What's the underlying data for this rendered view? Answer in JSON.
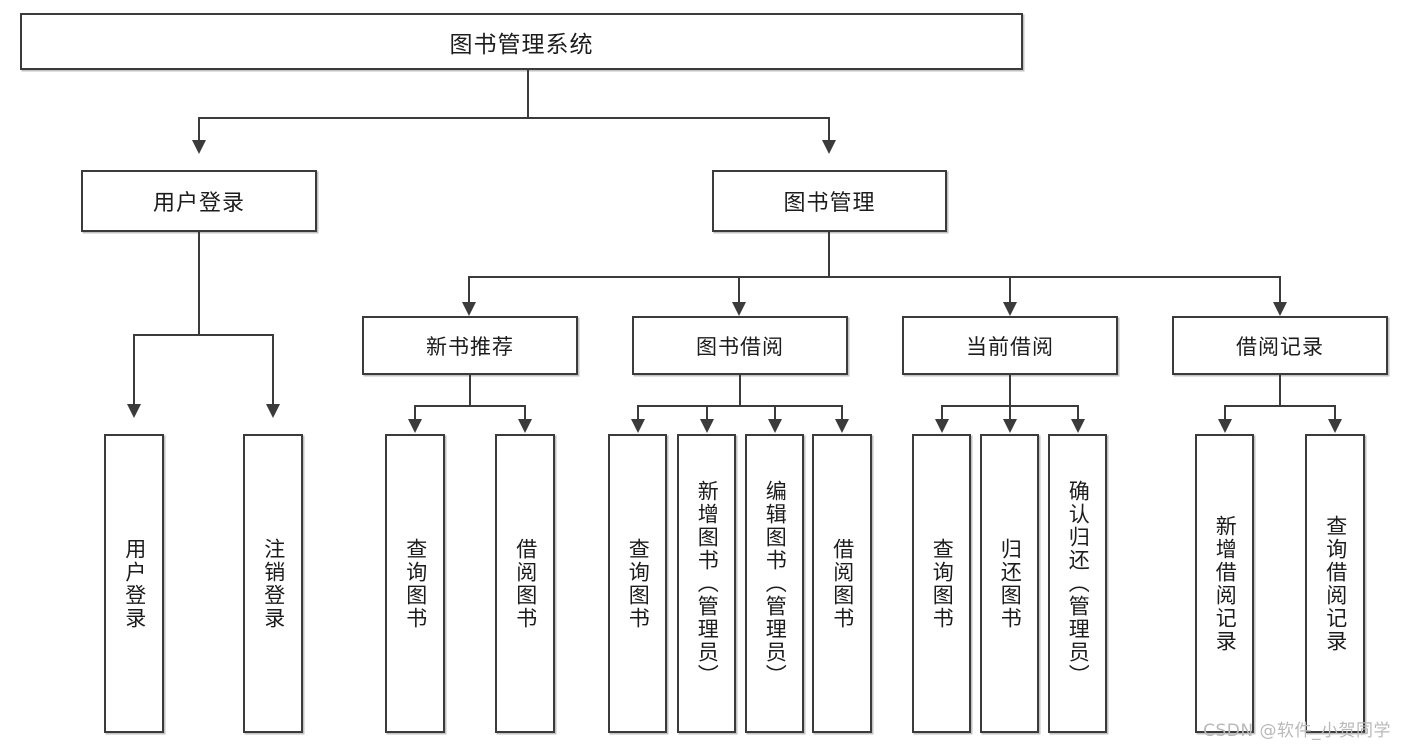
{
  "diagram": {
    "type": "tree",
    "title": "图书管理系统",
    "root": {
      "label": "图书管理系统"
    },
    "level2": [
      {
        "label": "用户登录"
      },
      {
        "label": "图书管理"
      }
    ],
    "level3": [
      {
        "label": "新书推荐"
      },
      {
        "label": "图书借阅"
      },
      {
        "label": "当前借阅"
      },
      {
        "label": "借阅记录"
      }
    ],
    "leaves": {
      "user_login": [
        {
          "label": "用户登录"
        },
        {
          "label": "注销登录"
        }
      ],
      "new_book_recommend": [
        {
          "label": "查询图书"
        },
        {
          "label": "借阅图书"
        }
      ],
      "book_borrow": [
        {
          "label": "查询图书"
        },
        {
          "label": "新增图书（管理员）"
        },
        {
          "label": "编辑图书（管理员）"
        },
        {
          "label": "借阅图书"
        }
      ],
      "current_borrow": [
        {
          "label": "查询图书"
        },
        {
          "label": "归还图书"
        },
        {
          "label": "确认归还（管理员）"
        }
      ],
      "borrow_record": [
        {
          "label": "新增借阅记录"
        },
        {
          "label": "查询借阅记录"
        }
      ]
    }
  },
  "watermark": {
    "text": "CSDN @软件_小贺同学"
  },
  "colors": {
    "stroke": "#3b3b3b",
    "background": "#ffffff",
    "text": "#1c1c1c",
    "watermark": "#b9b9b9"
  }
}
